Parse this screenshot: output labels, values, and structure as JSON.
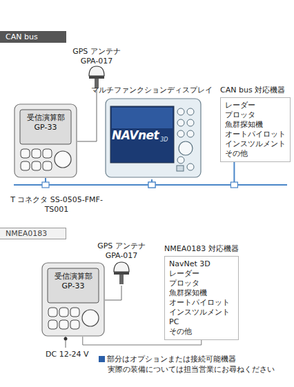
{
  "diagram": {
    "nodes": [
      {
        "text": [
          "GPS アンテナ GPA-017"
        ]
      },
      {
        "text": [
          "受信演算部 GP-33"
        ]
      },
      {
        "text": [
          "マルチファンクションディスプレイ",
          "NAVnet",
          "3D"
        ]
      },
      {
        "text": [
          "CAN bus 対応機器",
          "レーダー",
          "プロッタ",
          "魚群探知機",
          "オートパイロット",
          "インスツルメント",
          "その他"
        ]
      },
      {
        "text": [
          "GPS アンテナ GPA-017"
        ]
      },
      {
        "text": [
          "受信演算部 GP-33"
        ]
      },
      {
        "text": [
          "NMEA0183 対応機器",
          "NavNet 3D",
          "レーダー",
          "プロッタ",
          "魚群探知機",
          "オートパイロット",
          "インスツルメント",
          "PC",
          "その他"
        ]
      }
    ],
    "edges": [
      {
        "from": 0,
        "to": 1,
        "arrow": "none"
      },
      {
        "from": 1,
        "to": 2,
        "arrow": "none"
      },
      {
        "from": 2,
        "to": 3,
        "arrow": "none"
      },
      {
        "from": 4,
        "to": 5,
        "arrow": "none"
      },
      {
        "from": 5,
        "to": 6,
        "arrow": "none"
      }
    ],
    "labels": [
      "CAN bus",
      "T コネクタ SS-0505-FMF-TS001",
      "NMEA0183",
      "DC 12-24 V",
      "実際の装備については担当営業にお尋ねください"
    ],
    "legend": [
      {
        "text": "部分はオプションまたは接続可能機器",
        "color": "#2b5fa8"
      }
    ]
  }
}
